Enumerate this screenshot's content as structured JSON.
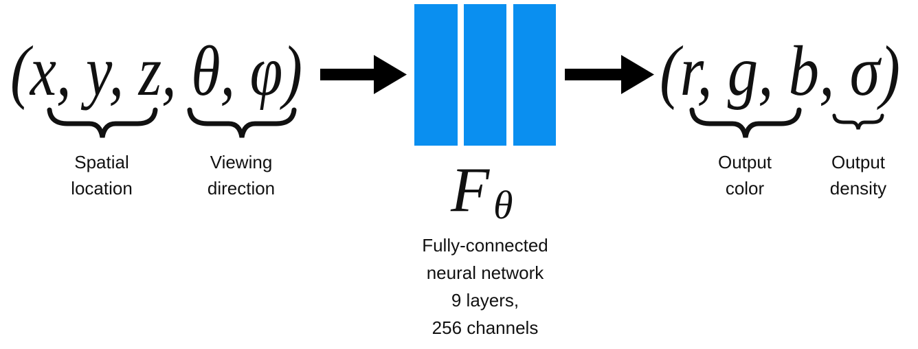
{
  "input": {
    "tuple": "(x, y, z, θ, φ)",
    "groups": [
      {
        "lines": [
          "Spatial",
          "location"
        ]
      },
      {
        "lines": [
          "Viewing",
          "direction"
        ]
      }
    ]
  },
  "network": {
    "symbol": "F",
    "subscript": "θ",
    "layer_color": "#0a8ff0",
    "description": [
      "Fully-connected",
      "neural network",
      "9 layers,",
      "256 channels"
    ]
  },
  "output": {
    "tuple": "(r, g, b, σ)",
    "groups": [
      {
        "lines": [
          "Output",
          "color"
        ]
      },
      {
        "lines": [
          "Output",
          "density"
        ]
      }
    ]
  }
}
